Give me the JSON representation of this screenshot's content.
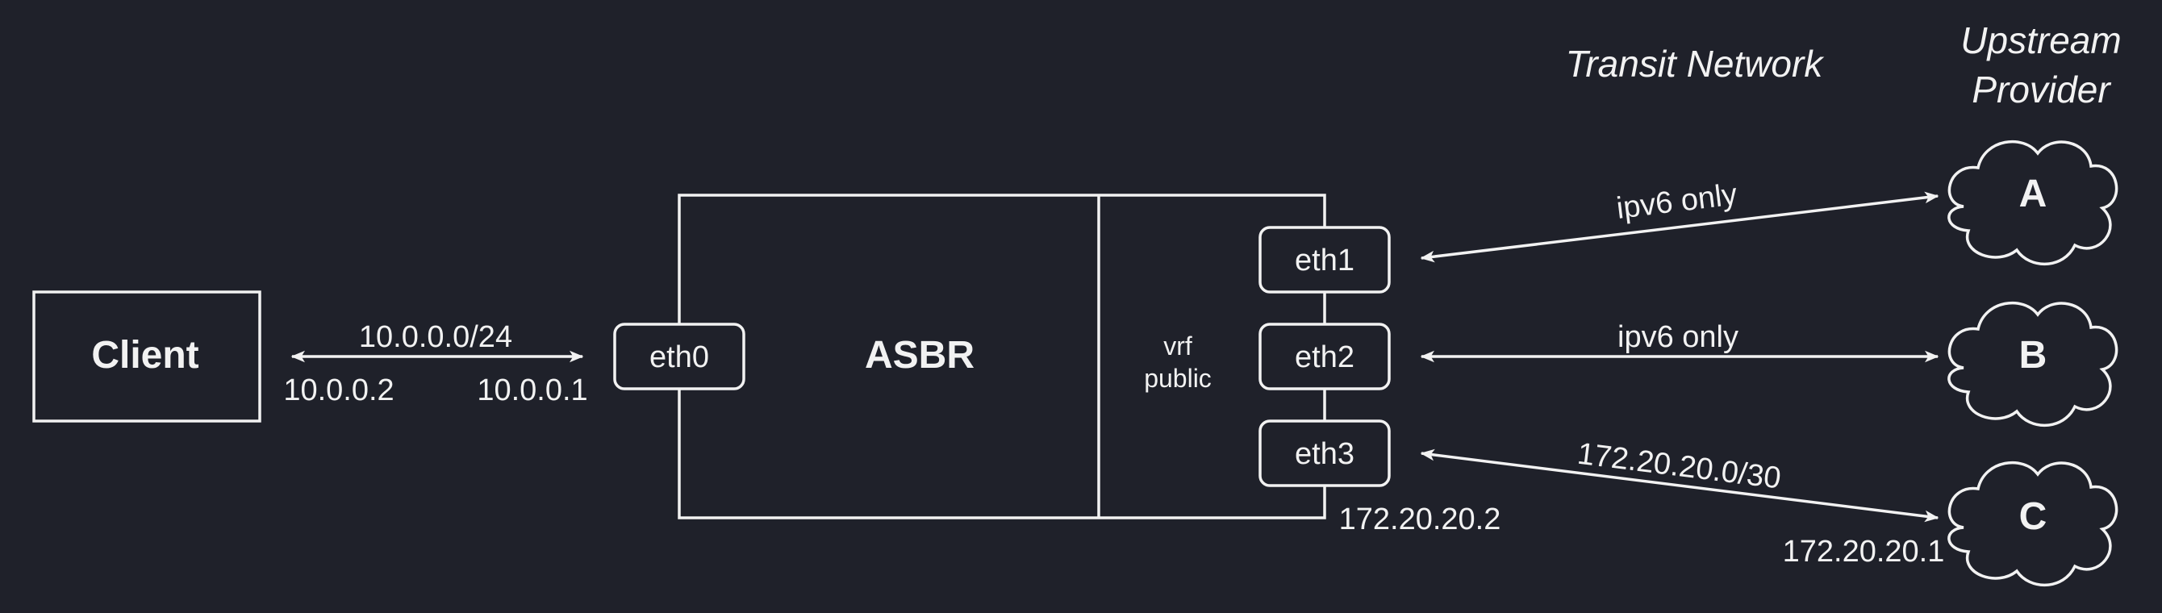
{
  "headings": {
    "transit": "Transit Network",
    "upstream_line1": "Upstream",
    "upstream_line2": "Provider"
  },
  "client": {
    "label": "Client"
  },
  "client_link": {
    "subnet": "10.0.0.0/24",
    "client_ip": "10.0.0.2",
    "router_ip": "10.0.0.1"
  },
  "asbr": {
    "label": "ASBR",
    "vrf_line1": "vrf",
    "vrf_line2": "public",
    "ports": {
      "eth0": "eth0",
      "eth1": "eth1",
      "eth2": "eth2",
      "eth3": "eth3"
    }
  },
  "upstream_links": [
    {
      "label": "ipv6 only",
      "provider": "A"
    },
    {
      "label": "ipv6 only",
      "provider": "B"
    },
    {
      "label": "172.20.20.0/30",
      "provider": "C",
      "local_ip": "172.20.20.2",
      "remote_ip": "172.20.20.1"
    }
  ],
  "colors": {
    "background": "#1f212a",
    "foreground": "#f2f2f2"
  }
}
